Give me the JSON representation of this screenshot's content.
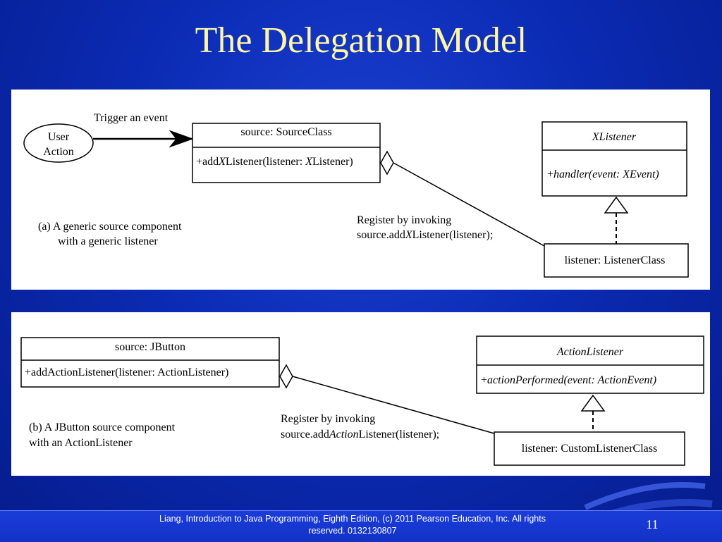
{
  "slide": {
    "title": "The Delegation Model",
    "page_number": "11",
    "footer": "Liang, Introduction to Java Programming, Eighth Edition, (c) 2011 Pearson Education, Inc. All rights reserved. 0132130807"
  },
  "diagram_a": {
    "user_action_line1": "User",
    "user_action_line2": "Action",
    "trigger_label": "Trigger an event",
    "source_name": "source: SourceClass",
    "source_method_prefix": "+add",
    "source_method_italic1": "X",
    "source_method_mid": "Listener(listener: ",
    "source_method_italic2": "X",
    "source_method_suffix": "Listener)",
    "interface_name": "XListener",
    "interface_method_prefix": "+",
    "interface_method": "handler(event: XEvent)",
    "listener_name": "listener: ListenerClass",
    "register_line1": "Register by invoking",
    "register_line2_prefix": "source.add",
    "register_line2_italic": "X",
    "register_line2_suffix": "Listener(listener);",
    "caption_line1": "(a) A generic source component",
    "caption_line2": "with a generic listener"
  },
  "diagram_b": {
    "source_name": "source: JButton",
    "source_method": "+addActionListener(listener: ActionListener)",
    "interface_name": "ActionListener",
    "interface_method_prefix": "+",
    "interface_method": "actionPerformed(event: ActionEvent)",
    "listener_name": "listener: CustomListenerClass",
    "register_line1": "Register by invoking",
    "register_line2_prefix": "source.add",
    "register_line2_italic": "Action",
    "register_line2_suffix": "Listener(listener);",
    "caption_line1": "(b) A JButton source component",
    "caption_line2": "with an ActionListener"
  }
}
